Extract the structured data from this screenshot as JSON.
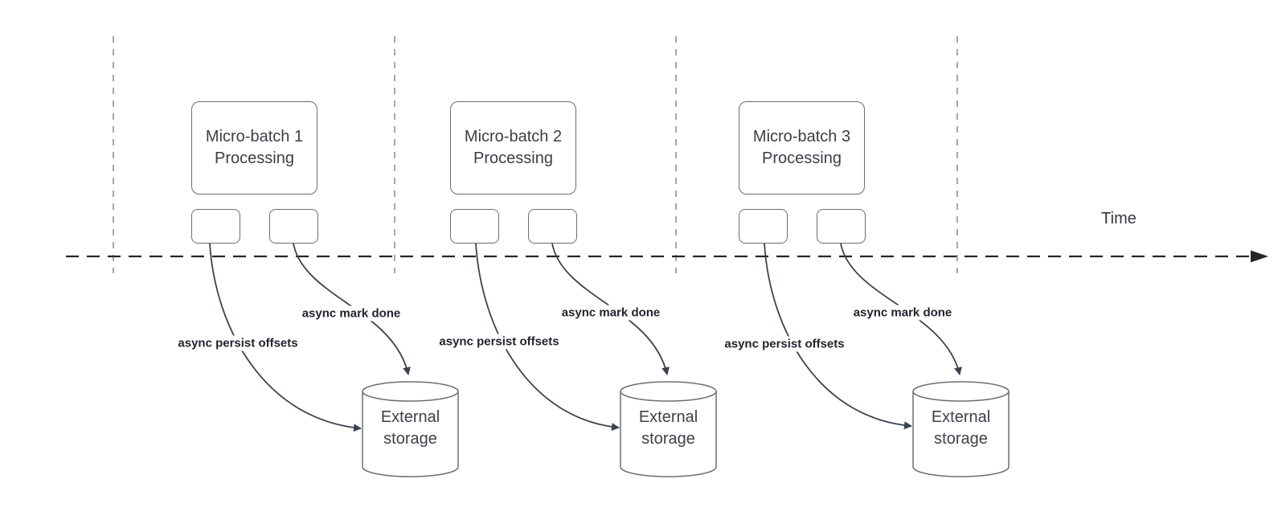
{
  "colors": {
    "background": "#ffffff",
    "shape_fill": "#ffffff",
    "shape_border": "#6b6e72",
    "shape_text": "#3b3e45",
    "storage_text": "#3d4149",
    "edge_stroke": "#3c4350",
    "edge_label_text": "#20242d",
    "timeline_stroke": "#26262a",
    "guide_stroke": "#a6a6aa",
    "axis_text": "#33363d"
  },
  "time_axis": {
    "label": "Time"
  },
  "batches": [
    {
      "title": "Micro-batch 1",
      "subtitle": "Processing",
      "persist_arrow_label": "async persist offsets",
      "mark_done_arrow_label": "async mark done",
      "storage_label": "External storage"
    },
    {
      "title": "Micro-batch 2",
      "subtitle": "Processing",
      "persist_arrow_label": "async persist offsets",
      "mark_done_arrow_label": "async mark done",
      "storage_label": "External storage"
    },
    {
      "title": "Micro-batch 3",
      "subtitle": "Processing",
      "persist_arrow_label": "async persist offsets",
      "mark_done_arrow_label": "async mark done",
      "storage_label": "External storage"
    }
  ]
}
